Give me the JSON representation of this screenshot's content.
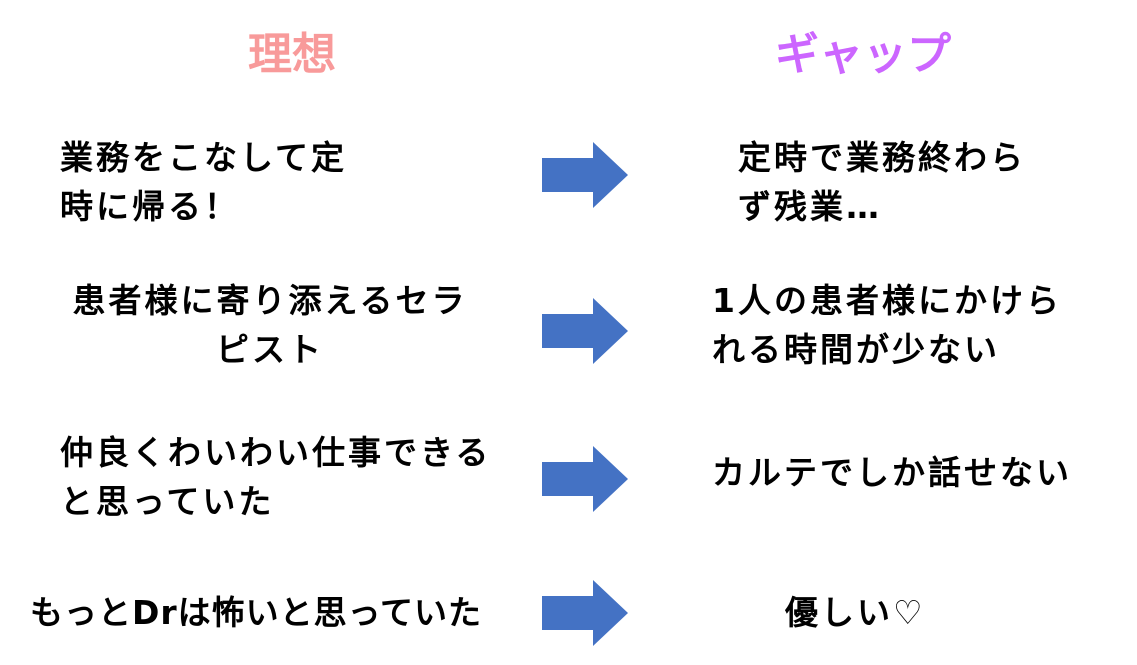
{
  "headers": {
    "ideal": "理想",
    "gap": "ギャップ"
  },
  "colors": {
    "ideal": "#f89a9a",
    "gap": "#cc66ff",
    "arrow": "#4472c4"
  },
  "rows": [
    {
      "ideal": "業務をこなして定\n時に帰る！",
      "gap": "定時で業務終わら\nず残業…"
    },
    {
      "ideal": "患者様に寄り添えるセラ\nピスト",
      "gap": "1人の患者様にかけら\nれる時間が少ない"
    },
    {
      "ideal": "仲良くわいわい仕事できる\nと思っていた",
      "gap": "カルテでしか話せない"
    },
    {
      "ideal": "もっとDrは怖いと思っていた",
      "gap": "優しい♡"
    }
  ]
}
